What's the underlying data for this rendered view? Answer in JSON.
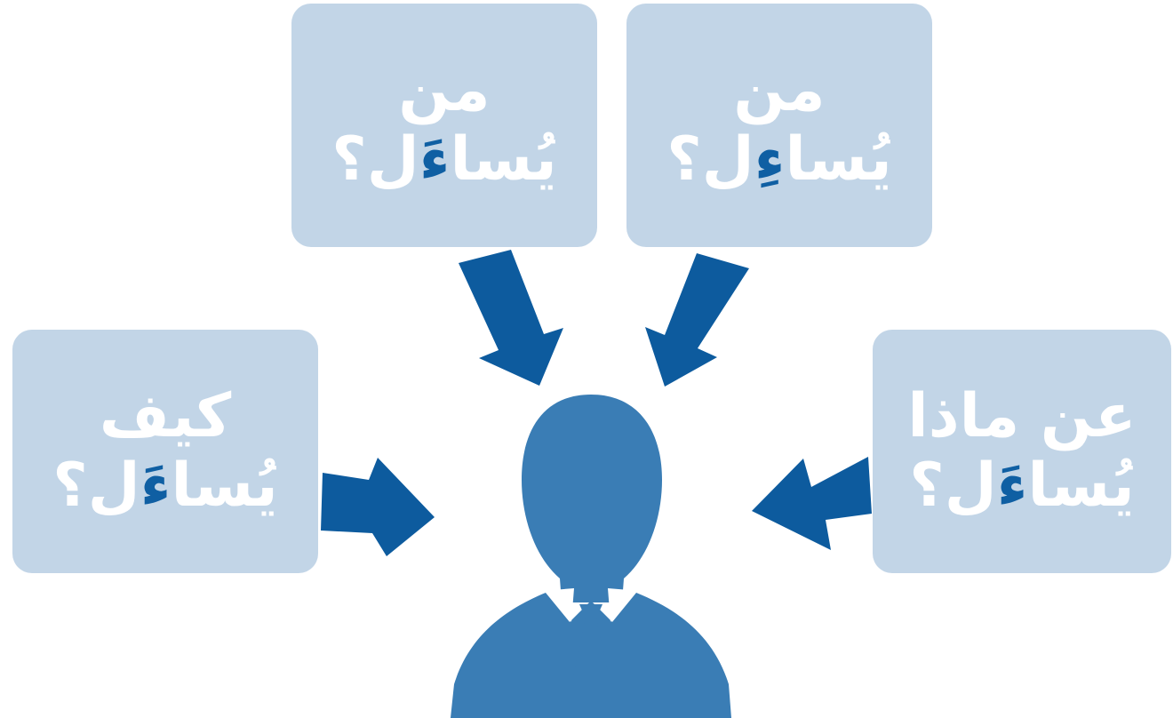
{
  "colors": {
    "card_bg": "#c2d5e7",
    "card_text": "#ffffff",
    "highlight": "#0f5fa3",
    "arrow": "#0d5b9e",
    "person": "#3a7db5"
  },
  "cards": {
    "top_left": {
      "line1": "من",
      "line2_part1": "يُسا",
      "line2_highlight": "ءَ",
      "line2_part2": "ل؟"
    },
    "top_right": {
      "line1": "من",
      "line2_part1": "يُسا",
      "line2_highlight": "ءِ",
      "line2_part2": "ل؟"
    },
    "left": {
      "line1": "كيف",
      "line2_part1": "يُسا",
      "line2_highlight": "ءَ",
      "line2_part2": "ل؟"
    },
    "right": {
      "line1": "عن ماذا",
      "line2_part1": "يُسا",
      "line2_highlight": "ءَ",
      "line2_part2": "ل؟"
    }
  },
  "icons": {
    "person": "person-silhouette-icon",
    "arrow": "arrow-icon"
  }
}
